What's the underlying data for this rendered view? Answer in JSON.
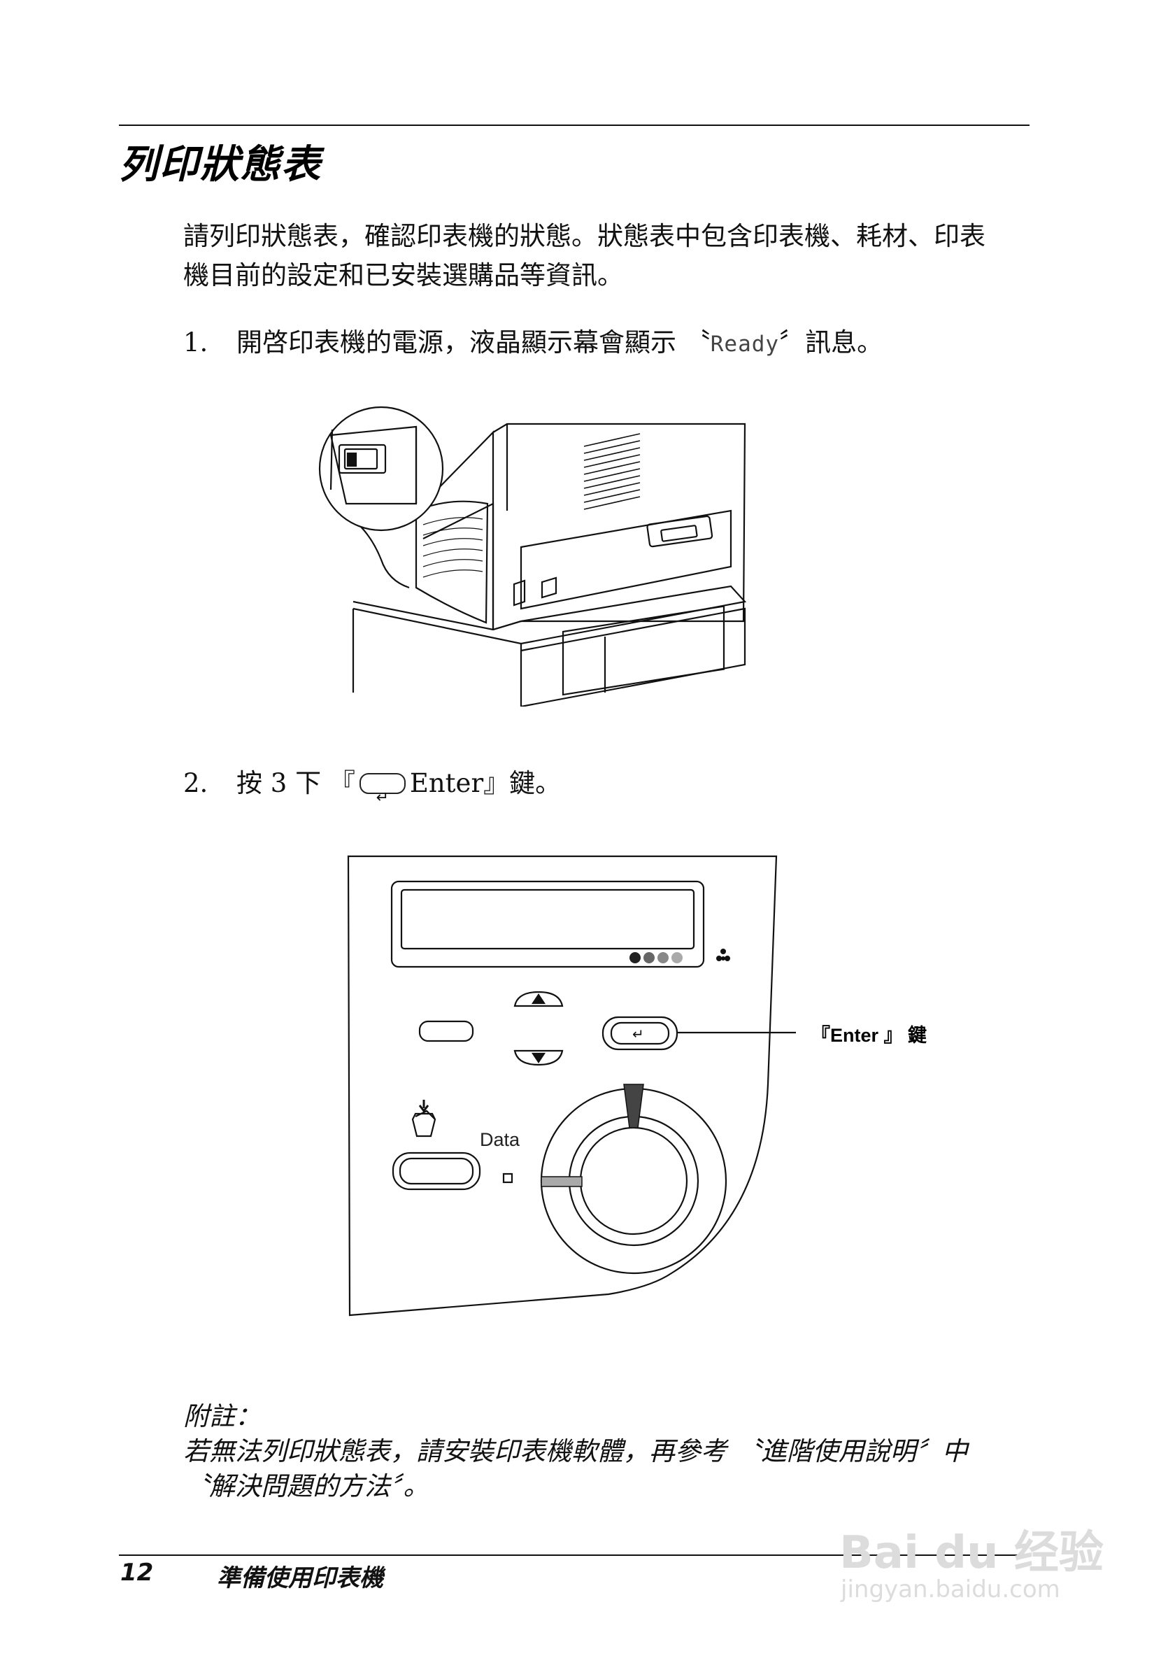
{
  "page": {
    "title": "列印狀態表",
    "intro": "請列印狀態表，確認印表機的狀態。狀態表中包含印表機、耗材、印表機目前的設定和已安裝選購品等資訊。",
    "step1": {
      "num": "1.",
      "before": "開啓印表機的電源，液晶顯示幕會顯示",
      "open_quote": "〝",
      "lcd_text": "Ready",
      "close_quote": "〞",
      "after": "訊息。"
    },
    "step2": {
      "num": "2.",
      "before": "按 3 下",
      "open_bracket": "『",
      "key_label": "Enter",
      "close_bracket": "』",
      "after": "鍵。"
    },
    "figure2": {
      "callout": "『Enter 』 鍵",
      "data_label": "Data"
    },
    "note": {
      "heading": "附註：",
      "body": "若無法列印狀態表，請安裝印表機軟體，再參考 〝進階使用說明〞中 〝解決問題的方法〞。"
    },
    "footer": {
      "page_number": "12",
      "chapter": "準備使用印表機"
    },
    "watermark": {
      "brand": "Bai du 经验",
      "url": "jingyan.baidu.com"
    }
  }
}
